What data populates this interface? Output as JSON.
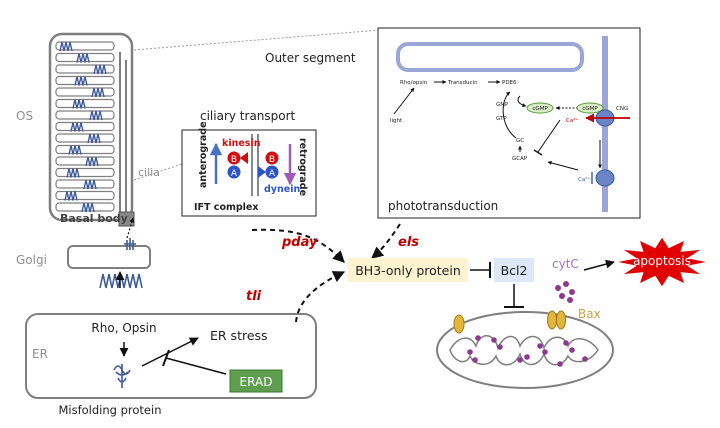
{
  "regions": {
    "os": "OS",
    "golgi": "Golgi",
    "er": "ER",
    "cilia": "cilia",
    "basal_body": "Basal body",
    "outer_segment": "Outer segment"
  },
  "ciliary_transport": {
    "title": "ciliary transport",
    "anterograde": "anterograde",
    "retrograde": "retrograde",
    "kinesin": "kinesin",
    "dynein": "dynein",
    "b": "B",
    "a": "A",
    "ift": "IFT complex"
  },
  "phototransduction": {
    "label": "phototransduction",
    "rho_opsin": "Rho/opsin",
    "transducin": "Transducin",
    "pde6": "PDE6",
    "light": "light",
    "gmp": "GMP",
    "gtp": "GTP",
    "cgmp": "cGMP",
    "cgmp2": "cGMP",
    "cng": "CNG",
    "ca_in": "Ca²⁺",
    "ca_out": "Ca²⁺",
    "gc": "GC",
    "gcap": "GCAP"
  },
  "pathway": {
    "rho_opsin": "Rho, Opsin",
    "er_stress": "ER stress",
    "erad": "ERAD",
    "misfolding": "Misfolding protein",
    "pday": "pday",
    "els": "els",
    "tli": "tli",
    "bh3": "BH3-only protein",
    "bcl2": "Bcl2",
    "cytc": "cytC",
    "bax": "Bax",
    "apoptosis": "apoptosis"
  },
  "colors": {
    "membrane": "#7f7f7f",
    "opsin": "#3f5a9a",
    "disc_fill": "#bfc8e8",
    "mutant_red": "#c00000",
    "bh3_fill": "#fdf3d0",
    "bcl2_fill": "#dde7f6",
    "erad_fill": "#5e9e4e",
    "cytc": "#8b3a8f",
    "bax": "#e3b63a",
    "apoptosis": "#e00000"
  }
}
